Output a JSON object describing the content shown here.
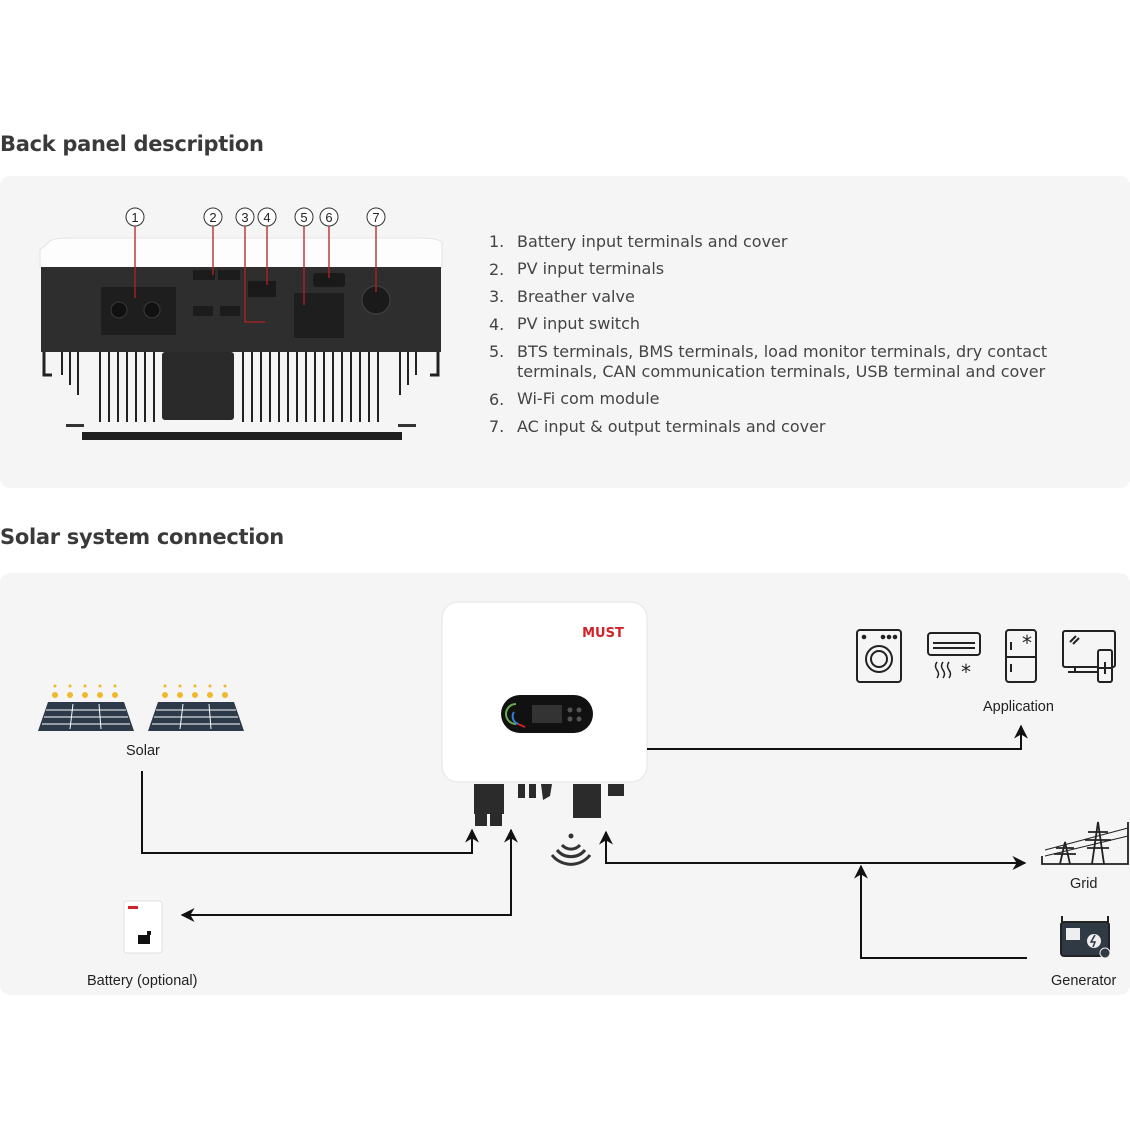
{
  "sections": {
    "back_panel": {
      "title": "Back panel description",
      "callouts": [
        "1",
        "2",
        "3",
        "4",
        "5",
        "6",
        "7"
      ],
      "items": [
        {
          "num": "1.",
          "text": "Battery input terminals and cover"
        },
        {
          "num": "2.",
          "text": "PV input terminals"
        },
        {
          "num": "3.",
          "text": "Breather valve"
        },
        {
          "num": "4.",
          "text": "PV input switch"
        },
        {
          "num": "5.",
          "text": "BTS terminals, BMS terminals, load monitor terminals, dry contact terminals, CAN communication terminals, USB terminal and cover"
        },
        {
          "num": "6.",
          "text": "Wi-Fi com module"
        },
        {
          "num": "7.",
          "text": "AC input & output terminals and cover"
        }
      ]
    },
    "solar_connection": {
      "title": "Solar system connection",
      "brand": "MUST",
      "nodes": {
        "solar": "Solar",
        "application": "Application",
        "grid": "Grid",
        "generator": "Generator",
        "battery": "Battery (optional)"
      },
      "colors": {
        "brand_red": "#d2232a",
        "callout_red": "#b22222",
        "panel_dark": "#2b2b2b",
        "solar_navy": "#2c3a4a",
        "sun_yellow": "#f1b82d"
      }
    }
  }
}
